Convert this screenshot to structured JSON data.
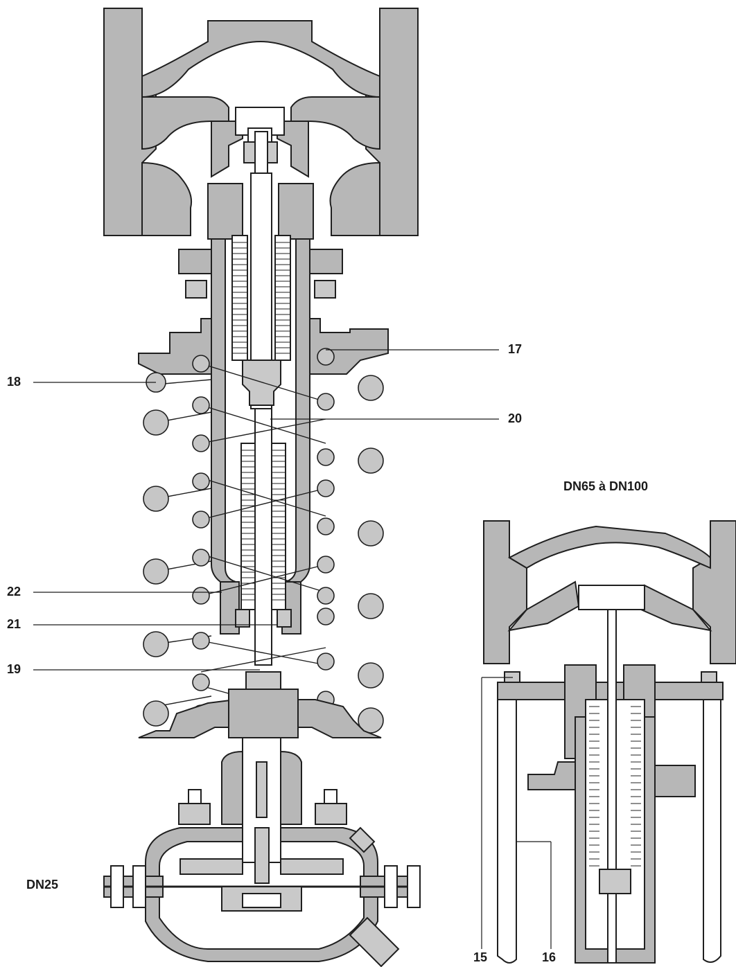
{
  "views": {
    "main": {
      "title": "DN25"
    },
    "inset": {
      "title": "DN65 à DN100"
    }
  },
  "callouts": {
    "c15": "15",
    "c16": "16",
    "c17": "17",
    "c18": "18",
    "c19": "19",
    "c20": "20",
    "c21": "21",
    "c22": "22"
  }
}
